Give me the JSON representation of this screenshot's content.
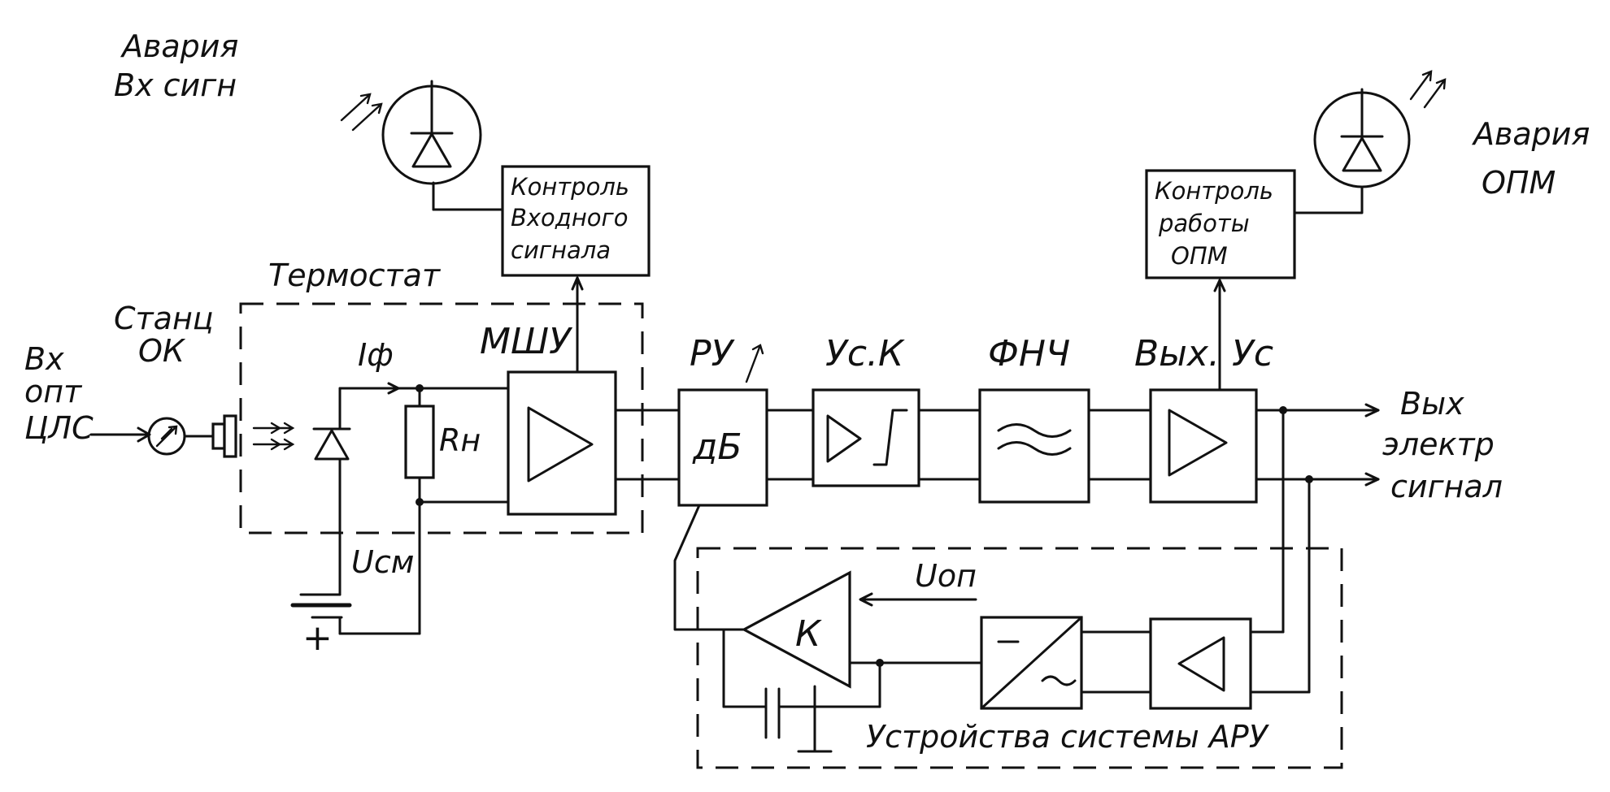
{
  "labels": {
    "input": [
      "Вх",
      "опт",
      "ЦЛС"
    ],
    "connector": [
      "Станц",
      "ОК"
    ],
    "thermostat": "Термостат",
    "photocurrent": "Iф",
    "load_resistor": "Rн",
    "bias_voltage": "Uсм",
    "plus": "+",
    "lna": "МШУ",
    "attenuator": "РУ",
    "attenuator_unit": "дБ",
    "corr_amp": "Ус.К",
    "lpf": "ФНЧ",
    "out_amp_left": "Вых.",
    "out_amp_right": "Ус",
    "output": [
      "Вых",
      "электр",
      "сигнал"
    ],
    "ref_voltage": "Uоп",
    "comparator": "К",
    "agc_system": "Устройства системы АРУ",
    "alarm_input": [
      "Авария",
      "Вх сигн"
    ],
    "alarm_opm": [
      "Авария",
      "ОПМ"
    ],
    "input_monitor": [
      "Контроль",
      "Входного",
      "сигнала"
    ],
    "opm_monitor": [
      "Контроль",
      "работы",
      "ОПМ"
    ]
  }
}
